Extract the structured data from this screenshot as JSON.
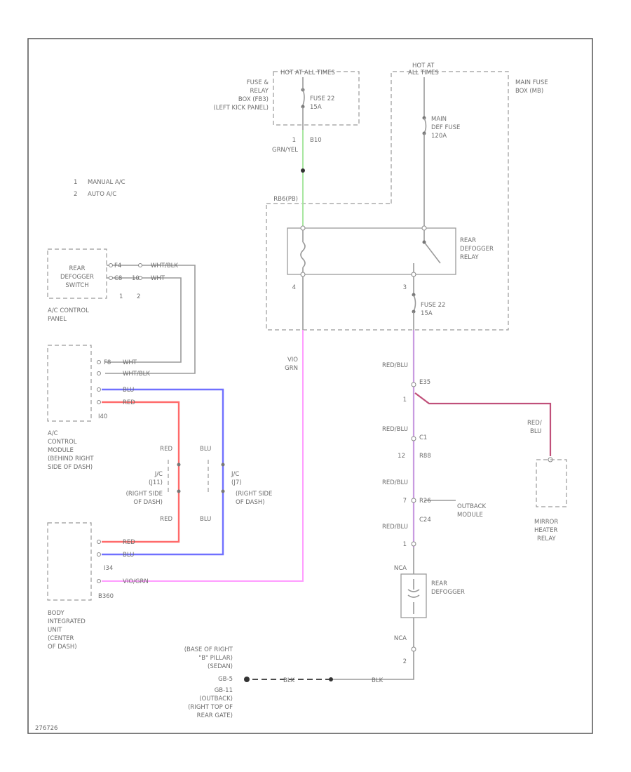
{
  "labels": {
    "hot_at_all_times_left": "HOT AT ALL TIMES",
    "hot_at_all_times_right_1": "HOT AT",
    "hot_at_all_times_right_2": "ALL TIMES",
    "fuse_relay_box_1": "FUSE &",
    "fuse_relay_box_2": "RELAY",
    "fuse_relay_box_3": "BOX (FB3)",
    "fuse_relay_box_4": "(LEFT KICK PANEL)",
    "fuse22_top_1": "FUSE 22",
    "fuse22_top_2": "15A",
    "main_fuse_box_1": "MAIN FUSE",
    "main_fuse_box_2": "BOX (MB)",
    "main_def_fuse_1": "MAIN",
    "main_def_fuse_2": "DEF FUSE",
    "main_def_fuse_3": "120A",
    "pin_1_top": "1",
    "pin_b10": "B10",
    "grn_yel": "GRN/YEL",
    "legend_1_num": "1",
    "legend_1_text": "MANUAL A/C",
    "legend_2_num": "2",
    "legend_2_text": "AUTO A/C",
    "relay_label_top": "RB6(PB)",
    "rear_defogger_relay_1": "REAR",
    "rear_defogger_relay_2": "DEFOGGER",
    "rear_defogger_relay_3": "RELAY",
    "pin_4": "4",
    "pin_3": "3",
    "fuse22_bottom_1": "FUSE 22",
    "fuse22_bottom_2": "15A",
    "rear_def_switch_1": "REAR",
    "rear_def_switch_2": "DEFOGGER",
    "rear_def_switch_3": "SWITCH",
    "sw_pin_f4": "F4",
    "sw_pin_c8": "C8",
    "sw_pin_10": "10",
    "sw_wire_1": "WHT/BLK",
    "sw_wire_2": "WHT",
    "sw_pin_1": "1",
    "sw_pin_2": "2",
    "ac_control_panel_1": "A/C CONTROL",
    "ac_control_panel_2": "PANEL",
    "vio_1": "VIO",
    "vio_2": "GRN",
    "acm_pin_f8": "F8",
    "acm_wire_wht": "WHT",
    "acm_wire_whtblk": "WHT/BLK",
    "acm_wire_blu": "BLU",
    "acm_wire_red": "RED",
    "acm_conn": "I40",
    "acm_1": "A/C",
    "acm_2": "CONTROL",
    "acm_3": "MODULE",
    "acm_4": "(BEHIND RIGHT",
    "acm_5": "SIDE OF DASH)",
    "red_left": "RED",
    "blu_right": "BLU",
    "jc1_1": "J/C",
    "jc1_2": "(J11)",
    "jc1_3": "(RIGHT SIDE",
    "jc1_4": "OF DASH)",
    "jc2_1": "J/C",
    "jc2_2": "(J7)",
    "jc2_3": "(RIGHT SIDE",
    "jc2_4": "OF DASH)",
    "red_lower": "RED",
    "blu_lower": "BLU",
    "biu_wire_red": "RED",
    "biu_wire_blu": "BLU",
    "biu_i34": "I34",
    "biu_vio": "VIO/GRN",
    "biu_conn": "B360",
    "biu_1": "BODY",
    "biu_2": "INTEGRATED",
    "biu_3": "UNIT",
    "biu_4": "(CENTER",
    "biu_5": "OF DASH)",
    "red_blu_1": "RED/BLU",
    "e35": "E35",
    "pin_1_e35": "1",
    "red_blu_right_1": "RED/",
    "red_blu_right_2": "BLU",
    "red_blu_2": "RED/BLU",
    "c1": "C1",
    "pin_12": "12",
    "r88": "R88",
    "red_blu_3": "RED/BLU",
    "pin_7": "7",
    "r26": "R26",
    "outback_1": "OUTBACK",
    "outback_2": "MODULE",
    "red_blu_4": "RED/BLU",
    "c24": "C24",
    "pin_1_c24": "1",
    "mirror_heater_1": "MIRROR",
    "mirror_heater_2": "HEATER",
    "mirror_heater_3": "RELAY",
    "nca_top": "NCA",
    "rear_defogger_1": "REAR",
    "rear_defogger_2": "DEFOGGER",
    "nca_bottom": "NCA",
    "pin_2_bottom": "2",
    "ground_1": "(BASE OF RIGHT",
    "ground_2": "\"B\" PILLAR)",
    "ground_3": "(SEDAN)",
    "ground_4": "GB-5",
    "ground_5": "GB-11",
    "ground_6": "(OUTBACK)",
    "ground_7": "(RIGHT TOP OF",
    "ground_8": "REAR GATE)",
    "blk_1": "BLK",
    "blk_2": "BLK",
    "corner_id": "276726"
  }
}
